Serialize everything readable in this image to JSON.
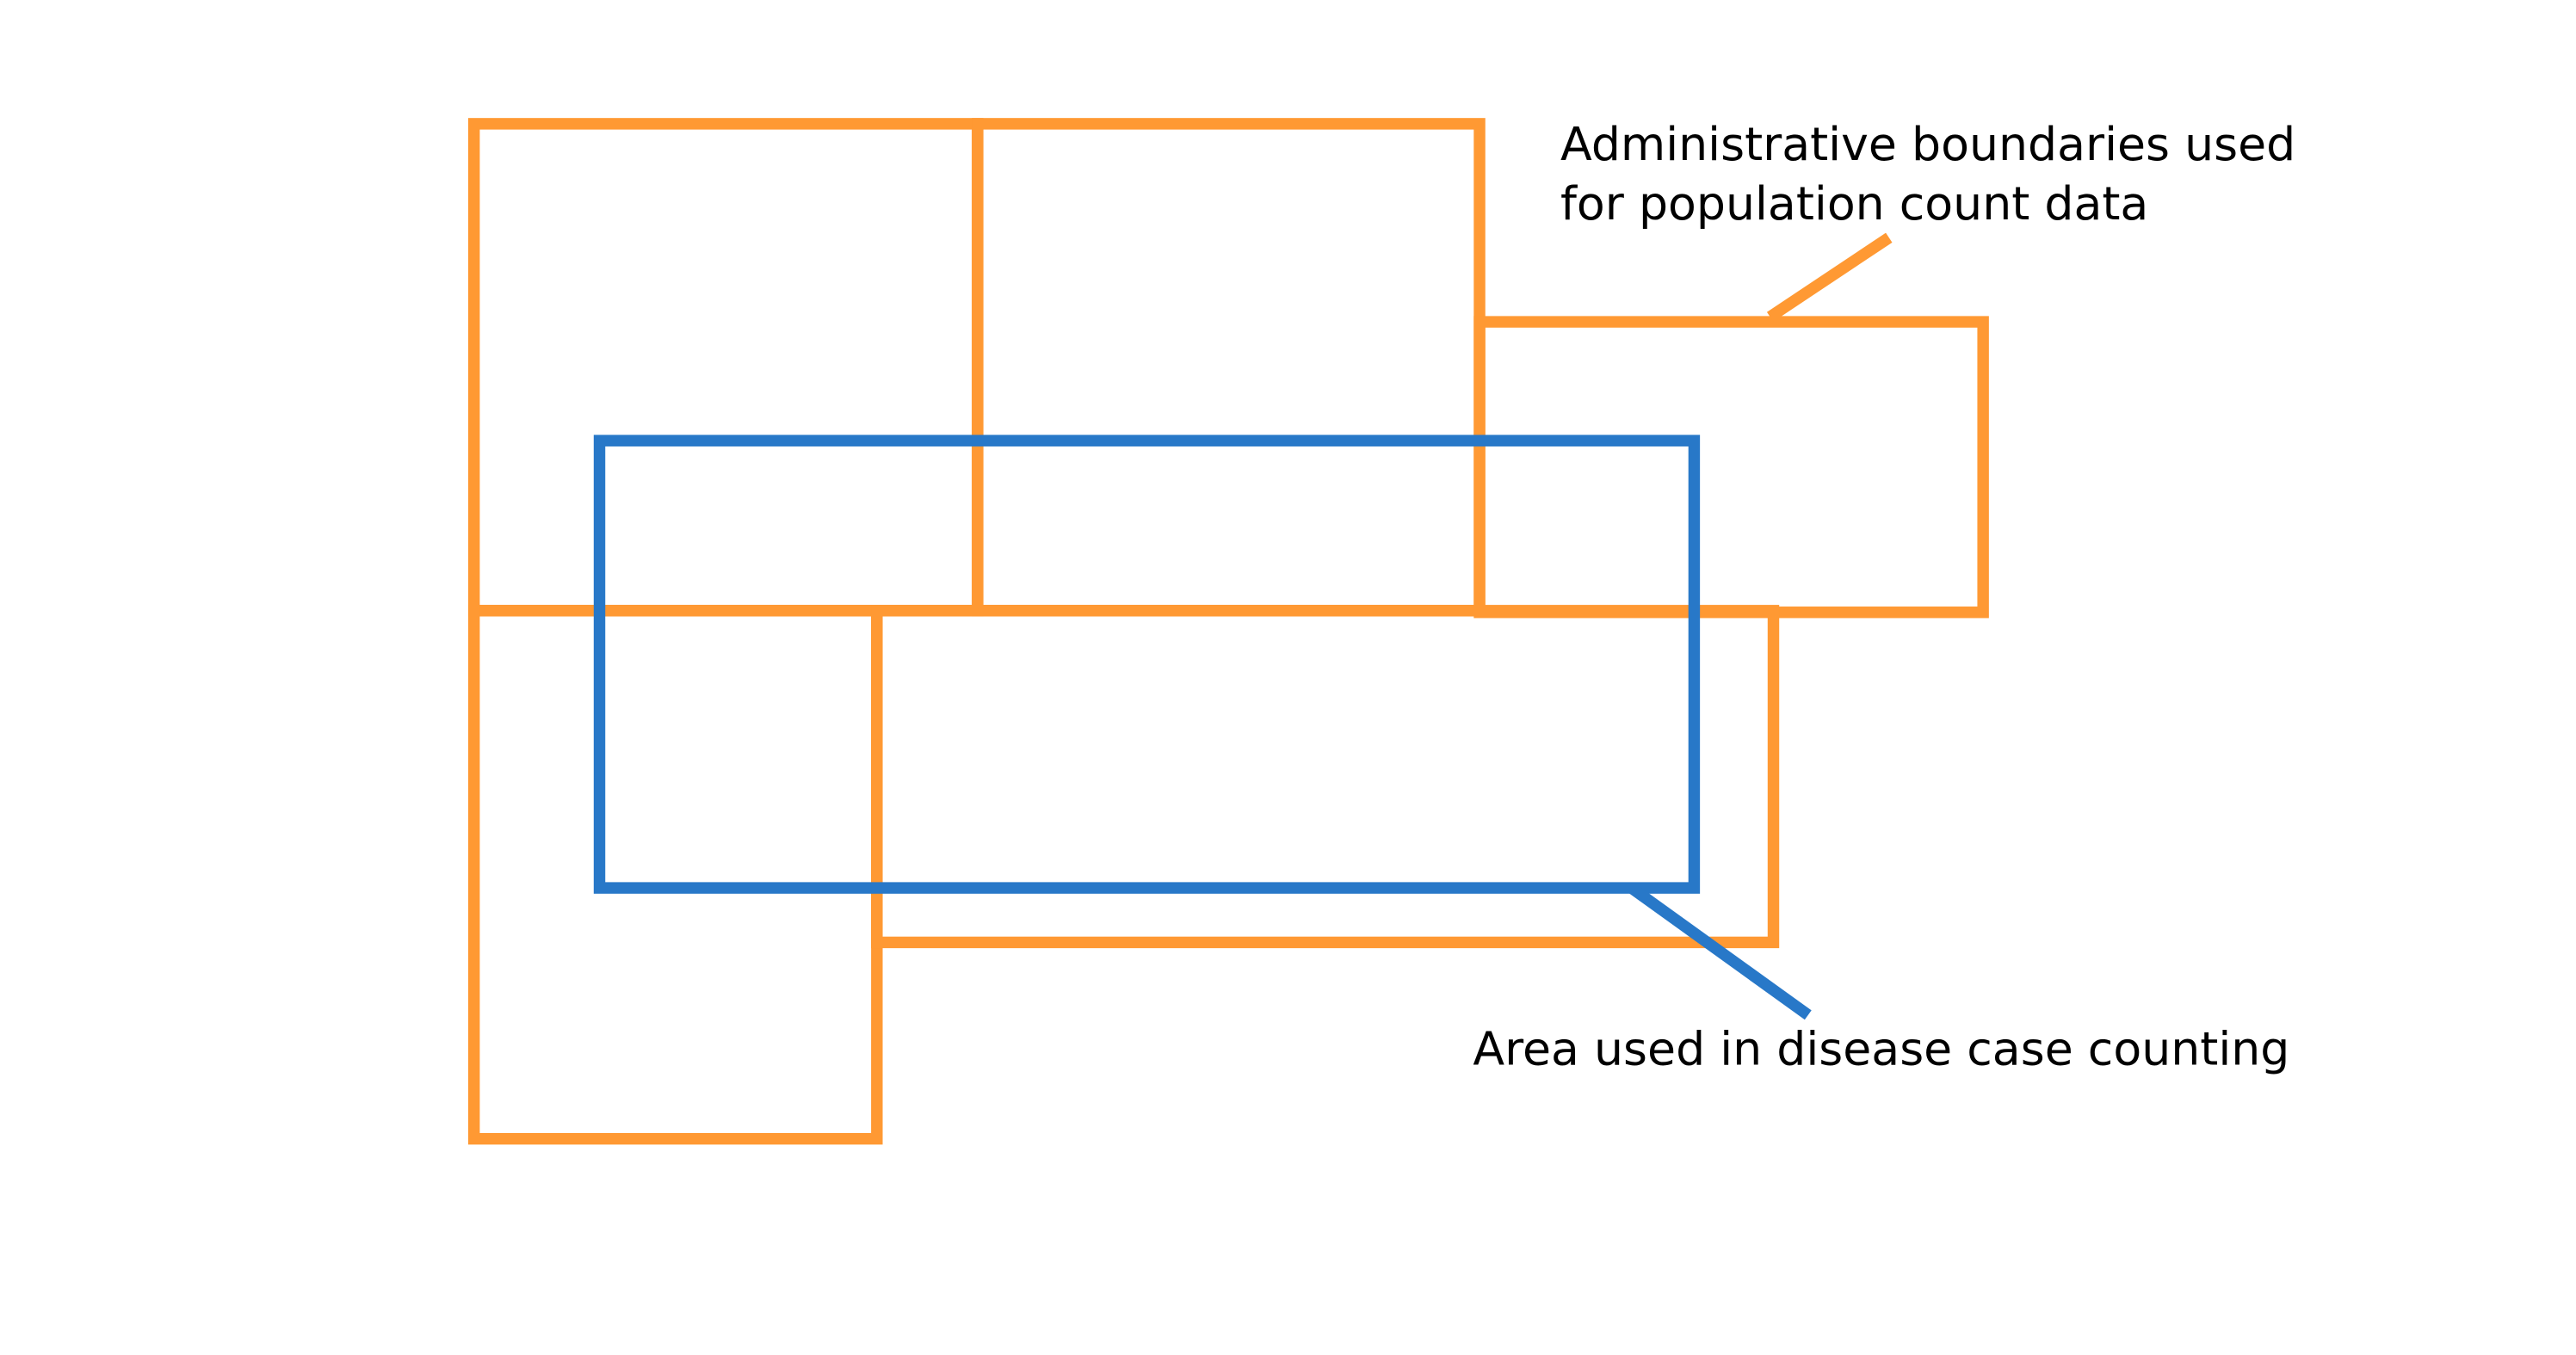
{
  "colors": {
    "admin_boundary": "#FF9933",
    "disease_area": "#2878C8",
    "text": "#000000",
    "background": "#FFFFFF"
  },
  "labels": {
    "admin_line1": "Administrative boundaries used",
    "admin_line2": "for population count data",
    "disease_area": "Area used in disease case counting"
  }
}
